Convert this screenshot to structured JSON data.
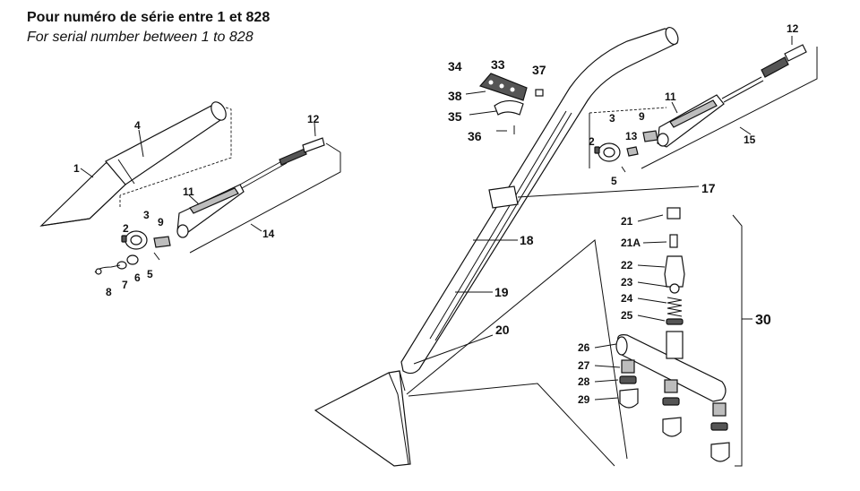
{
  "header": {
    "title": "Pour numéro de série entre 1 et 828",
    "subtitle": "For serial number between 1 to 828"
  },
  "callouts": {
    "c1": "1",
    "c2": "2",
    "c3": "3",
    "c4": "4",
    "c5": "5",
    "c6": "6",
    "c7": "7",
    "c8": "8",
    "c9": "9",
    "c11": "11",
    "c12": "12",
    "c14": "14",
    "r2": "2",
    "r3": "3",
    "r5": "5",
    "r9": "9",
    "r11": "11",
    "r12": "12",
    "r13": "13",
    "r15": "15",
    "c17": "17",
    "c18": "18",
    "c19": "19",
    "c20": "20",
    "c21": "21",
    "c21a": "21A",
    "c22": "22",
    "c23": "23",
    "c24": "24",
    "c25": "25",
    "c26": "26",
    "c27": "27",
    "c28": "28",
    "c29": "29",
    "c30": "30",
    "c33": "33",
    "c34": "34",
    "c35": "35",
    "c36": "36",
    "c37": "37",
    "c38": "38"
  }
}
